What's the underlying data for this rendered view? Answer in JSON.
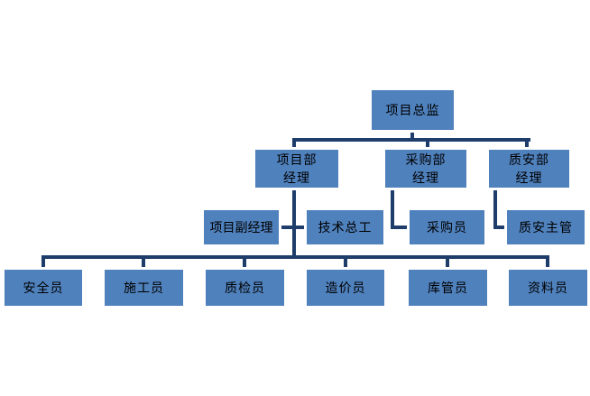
{
  "diagram": {
    "type": "org-chart",
    "nodes": {
      "director": {
        "label": "项目总监"
      },
      "project_manager": {
        "line1": "项目部",
        "line2": "经理"
      },
      "purchase_manager": {
        "line1": "采购部",
        "line2": "经理"
      },
      "quality_manager": {
        "line1": "质安部",
        "line2": "经理"
      },
      "deputy_manager": {
        "label": "项目副经理"
      },
      "chief_engineer": {
        "label": "技术总工"
      },
      "purchaser": {
        "label": "采购员"
      },
      "quality_supervisor": {
        "label": "质安主管"
      },
      "safety_officer": {
        "label": "安全员"
      },
      "construction_officer": {
        "label": "施工员"
      },
      "quality_inspector": {
        "label": "质检员"
      },
      "cost_estimator": {
        "label": "造价员"
      },
      "warehouse_keeper": {
        "label": "库管员"
      },
      "document_clerk": {
        "label": "资料员"
      }
    },
    "hierarchy": {
      "director_children": [
        "project_manager",
        "purchase_manager",
        "quality_manager"
      ],
      "project_manager_children": [
        "deputy_manager",
        "chief_engineer",
        "safety_officer",
        "construction_officer",
        "quality_inspector",
        "cost_estimator",
        "warehouse_keeper",
        "document_clerk"
      ],
      "purchase_manager_children": [
        "purchaser"
      ],
      "quality_manager_children": [
        "quality_supervisor"
      ]
    },
    "colors": {
      "box_fill": "#4F81BD",
      "box_border": "#FFFFFF",
      "connector": "#1F3D6B",
      "text": "#000000",
      "background": "#FFFFFF"
    }
  }
}
